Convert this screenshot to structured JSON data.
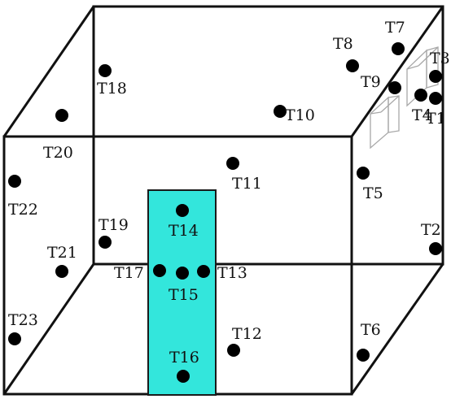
{
  "diagram": {
    "colors": {
      "box_edge": "#111111",
      "sensor_dot": "#000000",
      "highlight_fill": "#33e6dc",
      "highlight_stroke": "#1a1a1a",
      "ghost_box": "#a8a8a8"
    },
    "sensors": [
      {
        "id": "t1",
        "label": "T1"
      },
      {
        "id": "t2",
        "label": "T2"
      },
      {
        "id": "t3",
        "label": "T3"
      },
      {
        "id": "t4",
        "label": "T4"
      },
      {
        "id": "t5",
        "label": "T5"
      },
      {
        "id": "t6",
        "label": "T6"
      },
      {
        "id": "t7",
        "label": "T7"
      },
      {
        "id": "t8",
        "label": "T8"
      },
      {
        "id": "t9",
        "label": "T9"
      },
      {
        "id": "t10",
        "label": "T10"
      },
      {
        "id": "t11",
        "label": "T11"
      },
      {
        "id": "t12",
        "label": "T12"
      },
      {
        "id": "t13",
        "label": "T13"
      },
      {
        "id": "t14",
        "label": "T14"
      },
      {
        "id": "t15",
        "label": "T15"
      },
      {
        "id": "t16",
        "label": "T16"
      },
      {
        "id": "t17",
        "label": "T17"
      },
      {
        "id": "t18",
        "label": "T18"
      },
      {
        "id": "t19",
        "label": "T19"
      },
      {
        "id": "t20",
        "label": "T20"
      },
      {
        "id": "t21",
        "label": "T21"
      },
      {
        "id": "t22",
        "label": "T22"
      },
      {
        "id": "t23",
        "label": "T23"
      }
    ]
  }
}
